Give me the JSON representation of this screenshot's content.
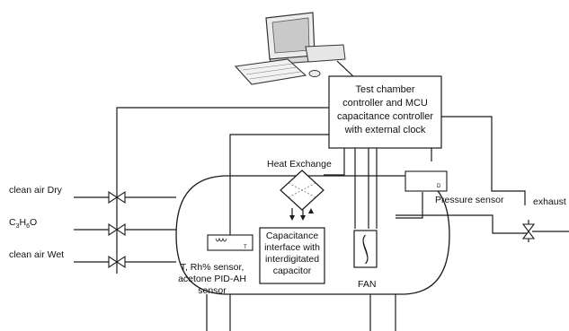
{
  "controller": {
    "line1": "Test chamber",
    "line2": "controller and MCU",
    "line3": "capacitance controller",
    "line4": "with external clock"
  },
  "labels": {
    "heat_exchange": "Heat Exchange",
    "pressure_sensor": "Pressure sensor",
    "exhaust": "exhaust",
    "fan": "FAN",
    "clean_air_dry": "clean air Dry",
    "acetone_prefix": "C",
    "acetone_sub1": "3",
    "acetone_mid": "H",
    "acetone_sub2": "6",
    "acetone_suffix": "O",
    "clean_air_wet": "clean air Wet",
    "sensor_line1": "T, Rh% sensor,",
    "sensor_line2": "acetone PID-AH",
    "sensor_line3": "sensor",
    "sensor_box_tag": "T",
    "pressure_box_tag": "D"
  },
  "capacitance": {
    "line1": "Capacitance",
    "line2": "interface with",
    "line3": "interdigitated",
    "line4": "capacitor"
  }
}
